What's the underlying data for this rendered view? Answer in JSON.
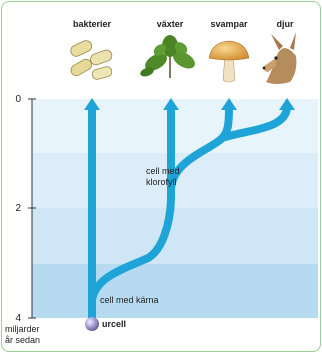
{
  "organisms": {
    "bacteria": "bakterier",
    "plants": "växter",
    "fungi": "svampar",
    "animals": "djur"
  },
  "timeline": {
    "ticks": [
      "0",
      "2",
      "4"
    ],
    "unit_line1": "miljarder",
    "unit_line2": "år sedan"
  },
  "annotations": {
    "chlorophyll_line1": "cell med",
    "chlorophyll_line2": "klorofyll",
    "nucleus": "cell med kärna",
    "origin": "urcell"
  },
  "colors": {
    "branch": "#1fa4d8",
    "band_light": "#e8f4fb",
    "band_mid": "#d4eaf7",
    "band_dark": "#b6dbf1",
    "frame": "#9ccf9a"
  }
}
